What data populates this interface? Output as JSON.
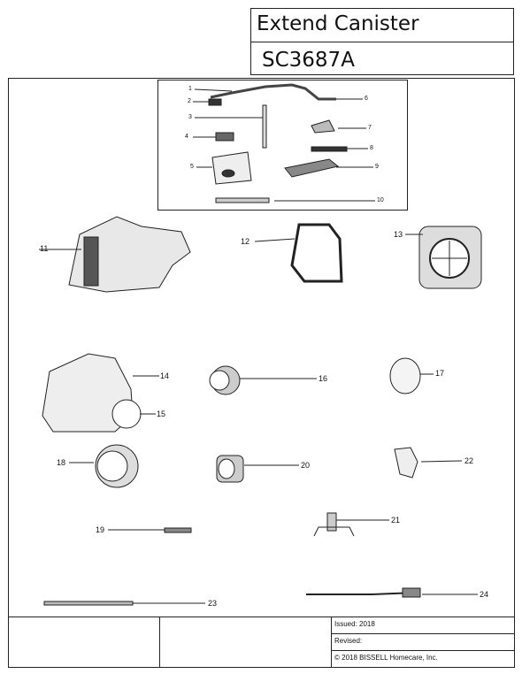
{
  "header": {
    "title": "Extend Canister",
    "model": "SC3687A"
  },
  "callouts": [
    {
      "n": "1"
    },
    {
      "n": "2"
    },
    {
      "n": "3"
    },
    {
      "n": "4"
    },
    {
      "n": "5"
    },
    {
      "n": "6"
    },
    {
      "n": "7"
    },
    {
      "n": "8"
    },
    {
      "n": "9"
    },
    {
      "n": "10"
    },
    {
      "n": "11"
    },
    {
      "n": "12"
    },
    {
      "n": "13"
    },
    {
      "n": "14"
    },
    {
      "n": "15"
    },
    {
      "n": "16"
    },
    {
      "n": "17"
    },
    {
      "n": "18"
    },
    {
      "n": "19"
    },
    {
      "n": "20"
    },
    {
      "n": "21"
    },
    {
      "n": "22"
    },
    {
      "n": "23"
    },
    {
      "n": "24"
    }
  ],
  "footer": {
    "issued": "Issued: 2018",
    "revised": "Revised:",
    "copyright": "© 2018 BISSELL Homecare, Inc."
  }
}
